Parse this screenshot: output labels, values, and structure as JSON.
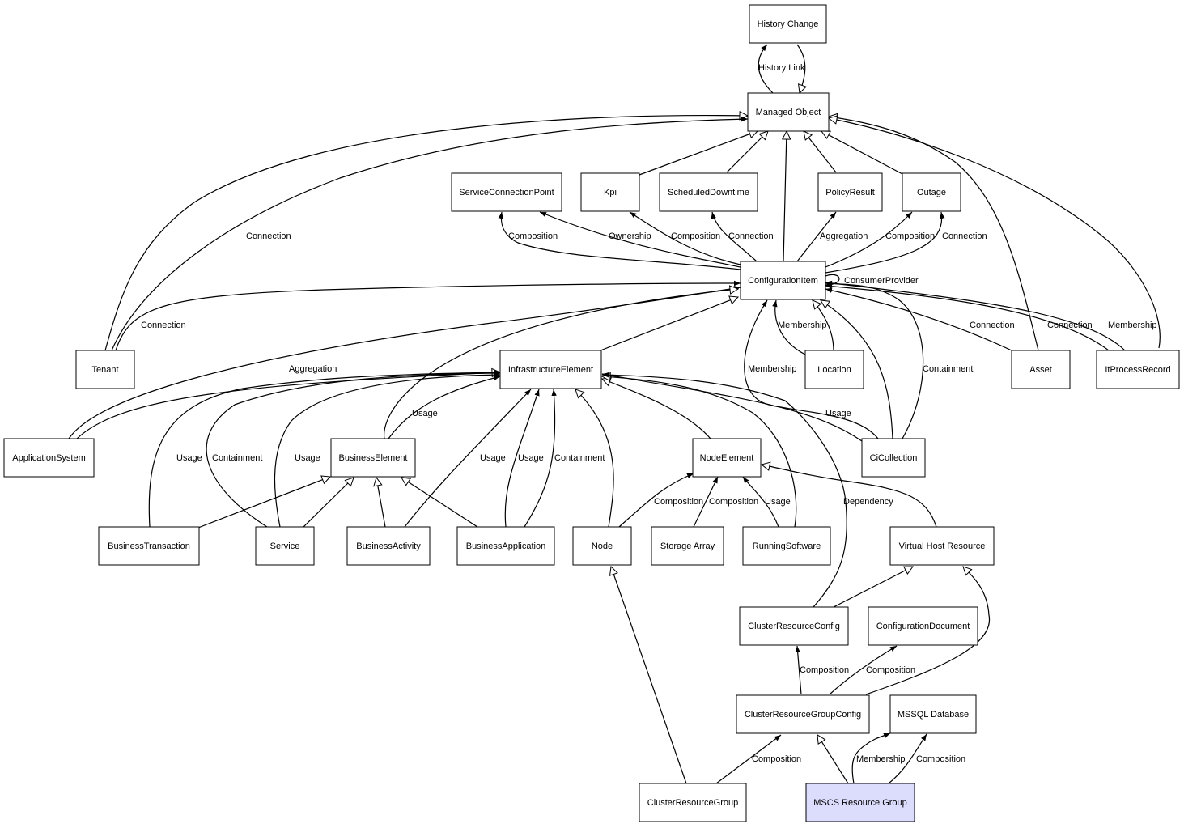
{
  "nodes": {
    "history_change": "History Change",
    "managed_object": "Managed Object",
    "service_connection_point": "ServiceConnectionPoint",
    "kpi": "Kpi",
    "scheduled_downtime": "ScheduledDowntime",
    "policy_result": "PolicyResult",
    "outage": "Outage",
    "configuration_item": "ConfigurationItem",
    "tenant": "Tenant",
    "infrastructure_element": "InfrastructureElement",
    "location": "Location",
    "asset": "Asset",
    "it_process_record": "ItProcessRecord",
    "application_system": "ApplicationSystem",
    "business_element": "BusinessElement",
    "node_element": "NodeElement",
    "ci_collection": "CiCollection",
    "business_transaction": "BusinessTransaction",
    "service": "Service",
    "business_activity": "BusinessActivity",
    "business_application": "BusinessApplication",
    "node": "Node",
    "storage_array": "Storage Array",
    "running_software": "RunningSoftware",
    "virtual_host_resource": "Virtual Host Resource",
    "cluster_resource_config": "ClusterResourceConfig",
    "configuration_document": "ConfigurationDocument",
    "cluster_resource_group_config": "ClusterResourceGroupConfig",
    "mssql_database": "MSSQL Database",
    "cluster_resource_group": "ClusterResourceGroup",
    "mscs_resource_group": "MSCS Resource Group"
  },
  "edge_labels": {
    "history_link": "History Link",
    "tenant_mo_connection": "Connection",
    "scp_composition": "Composition",
    "scp_ownership": "Ownership",
    "kpi_composition": "Composition",
    "sd_connection": "Connection",
    "pr_aggregation": "Aggregation",
    "outage_composition": "Composition",
    "outage_connection": "Connection",
    "consumer_provider": "ConsumerProvider",
    "tenant_ci_connection": "Connection",
    "location_membership": "Membership",
    "asset_connection": "Connection",
    "itpr_connection": "Connection",
    "itpr_membership": "Membership",
    "appsys_aggregation": "Aggregation",
    "cicoll_membership": "Membership",
    "cicoll_containment": "Containment",
    "cicoll_usage": "Usage",
    "be_usage": "Usage",
    "bt_usage": "Usage",
    "svc_containment": "Containment",
    "svc_usage": "Usage",
    "ba_usage": "Usage",
    "bapp_usage": "Usage",
    "bapp_containment": "Containment",
    "crc_dependency": "Dependency",
    "node_composition": "Composition",
    "sa_composition": "Composition",
    "rs_usage": "Usage",
    "crgc_composition_crc": "Composition",
    "crgc_composition_cd": "Composition",
    "crg_composition": "Composition",
    "mscs_membership": "Membership",
    "mscs_composition": "Composition"
  },
  "colors": {
    "highlight_node": "#dcdcfc",
    "stroke": "#000000",
    "background": "#ffffff"
  }
}
